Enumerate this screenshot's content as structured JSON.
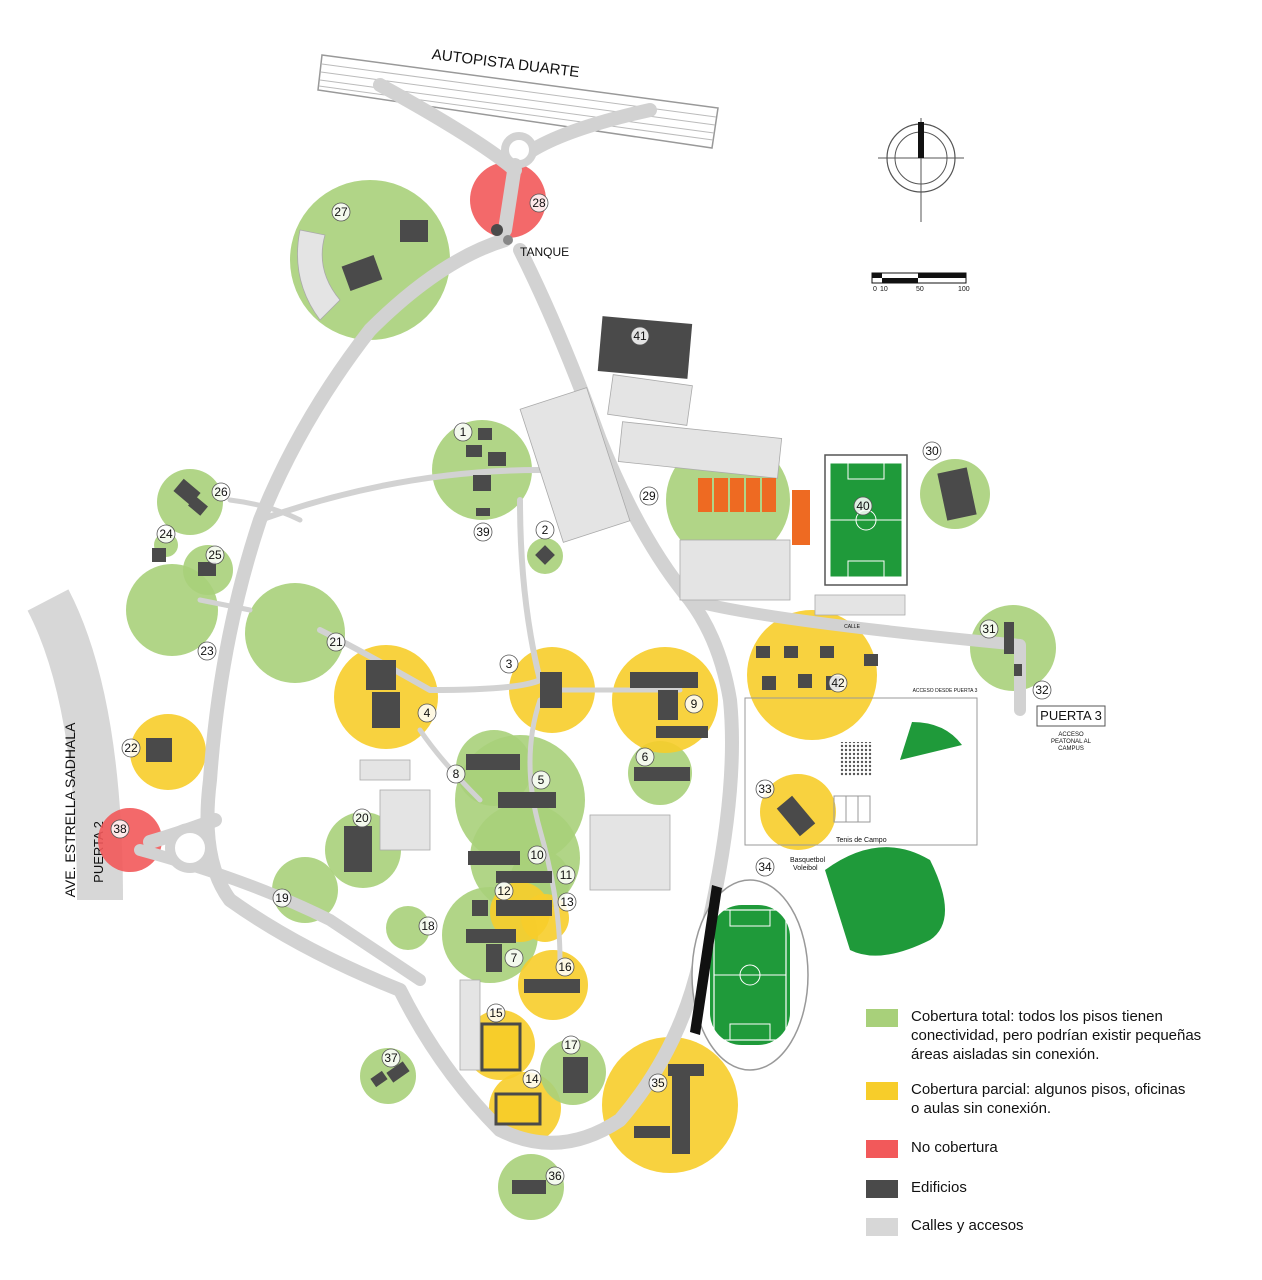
{
  "roads": {
    "highway": "AUTOPISTA DUARTE",
    "avenue": "AVE. ESTRELLA SADHALA",
    "gate2": "PUERTA 2",
    "gate3": "PUERTA 3",
    "gate3_note": [
      "ACCESO",
      "PEATONAL AL",
      "CAMPUS"
    ],
    "gate3_access": "ACCESO DESDE PUERTA 3",
    "calle": "CALLE",
    "tank": "TANQUE",
    "tennis": "Tenis de Campo",
    "basket": [
      "Basquetbol",
      "Voleibol"
    ]
  },
  "scale_bar": {
    "ticks": [
      "0",
      "10",
      "50",
      "100"
    ]
  },
  "zones": [
    {
      "num": "1",
      "coverage": "total"
    },
    {
      "num": "2",
      "coverage": "total"
    },
    {
      "num": "3",
      "coverage": "partial"
    },
    {
      "num": "4",
      "coverage": "partial"
    },
    {
      "num": "5",
      "coverage": "total"
    },
    {
      "num": "6",
      "coverage": "total"
    },
    {
      "num": "7",
      "coverage": "total"
    },
    {
      "num": "8",
      "coverage": "total"
    },
    {
      "num": "9",
      "coverage": "partial"
    },
    {
      "num": "10",
      "coverage": "total"
    },
    {
      "num": "11",
      "coverage": "total"
    },
    {
      "num": "12",
      "coverage": "partial"
    },
    {
      "num": "13",
      "coverage": "partial"
    },
    {
      "num": "14",
      "coverage": "partial"
    },
    {
      "num": "15",
      "coverage": "partial"
    },
    {
      "num": "16",
      "coverage": "partial"
    },
    {
      "num": "17",
      "coverage": "total"
    },
    {
      "num": "18",
      "coverage": "total"
    },
    {
      "num": "19",
      "coverage": "total"
    },
    {
      "num": "20",
      "coverage": "total"
    },
    {
      "num": "21",
      "coverage": "total"
    },
    {
      "num": "22",
      "coverage": "partial"
    },
    {
      "num": "23",
      "coverage": "total"
    },
    {
      "num": "24",
      "coverage": "total"
    },
    {
      "num": "25",
      "coverage": "total"
    },
    {
      "num": "26",
      "coverage": "total"
    },
    {
      "num": "27",
      "coverage": "total"
    },
    {
      "num": "28",
      "coverage": "none"
    },
    {
      "num": "29",
      "coverage": "total"
    },
    {
      "num": "30",
      "coverage": "total"
    },
    {
      "num": "31",
      "coverage": "total"
    },
    {
      "num": "32",
      "coverage": "total"
    },
    {
      "num": "33",
      "coverage": "partial"
    },
    {
      "num": "34",
      "coverage": "none-listed"
    },
    {
      "num": "35",
      "coverage": "partial"
    },
    {
      "num": "36",
      "coverage": "total"
    },
    {
      "num": "37",
      "coverage": "total"
    },
    {
      "num": "38",
      "coverage": "none"
    },
    {
      "num": "39",
      "coverage": "total"
    },
    {
      "num": "40",
      "coverage": "total"
    },
    {
      "num": "41",
      "coverage": "none-listed"
    },
    {
      "num": "42",
      "coverage": "partial"
    }
  ],
  "legend": [
    {
      "color": "#a8d07a",
      "text": "Cobertura total: todos los pisos tienen\nconectividad, pero podrían existir pequeñas\n áreas aisladas sin conexión."
    },
    {
      "color": "#f7cd2a",
      "text": "Cobertura parcial: algunos pisos, oficinas\no aulas sin conexión."
    },
    {
      "color": "#f2595a",
      "text": "No cobertura"
    },
    {
      "color": "#4a4a4a",
      "text": "Edificios"
    },
    {
      "color": "#d7d7d7",
      "text": "Calles y accesos"
    }
  ],
  "colors": {
    "total": "#a8d07a",
    "partial": "#f7cd2a",
    "none": "#f2595a",
    "building": "#4a4a4a",
    "road": "#d7d7d7",
    "field": "#1f9a3a"
  }
}
